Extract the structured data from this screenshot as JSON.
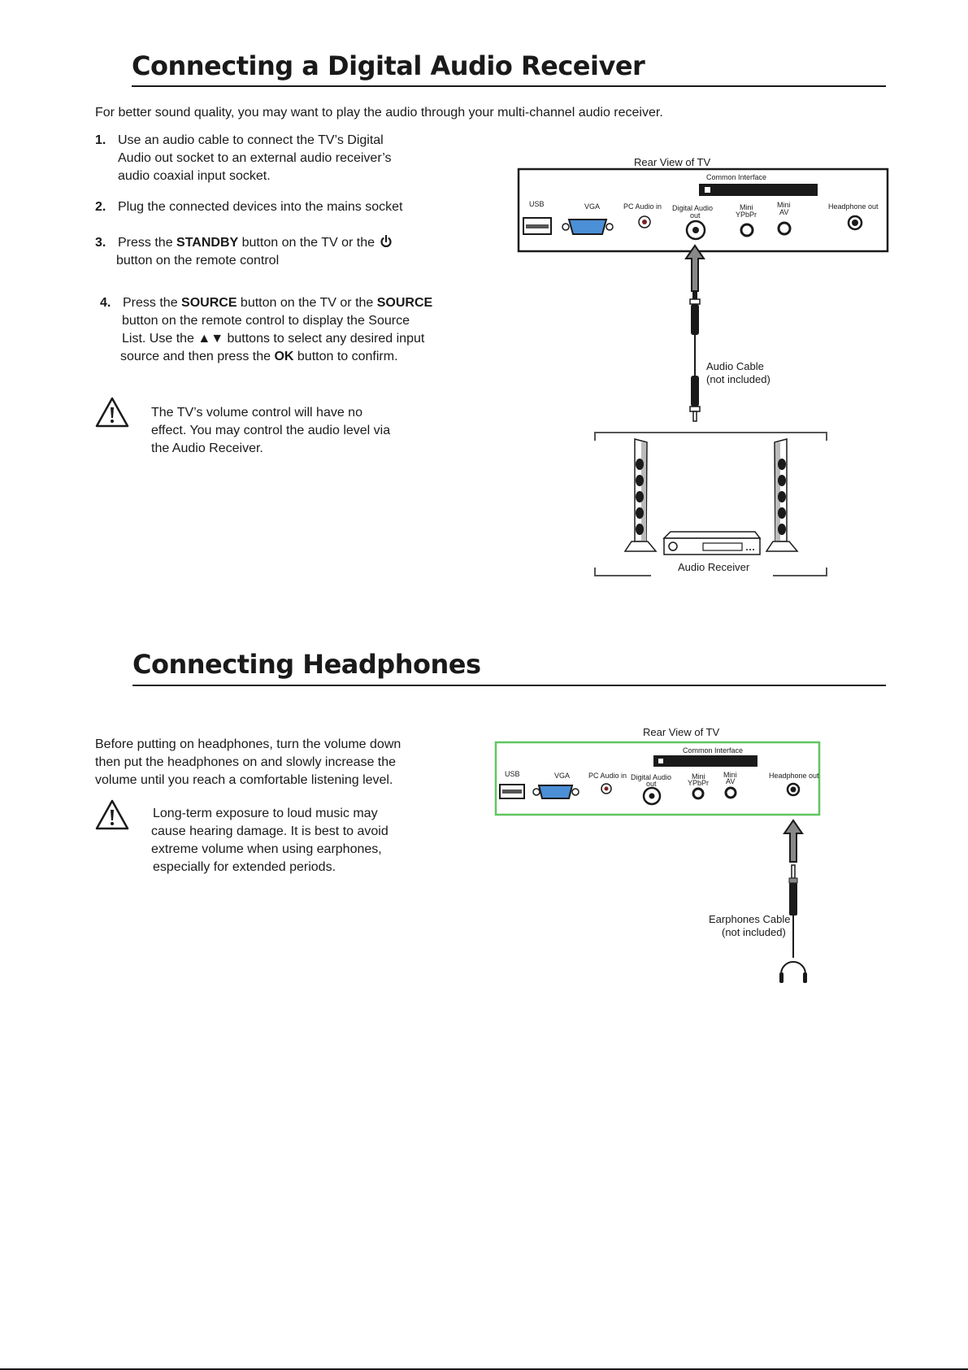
{
  "section1": {
    "title": "Connecting a Digital Audio Receiver",
    "intro": "For better sound quality, you may want to play the audio through your multi-channel audio receiver.",
    "steps": [
      {
        "num": "1.",
        "lines": [
          "Use an audio cable to connect the TV’s Digital",
          "Audio out socket to an external audio receiver’s",
          "audio coaxial input socket."
        ]
      },
      {
        "num": "2.",
        "lines": [
          "Plug the connected devices into the mains socket"
        ]
      },
      {
        "num": "3.",
        "pre": "Press the ",
        "bold": "STANDBY",
        "post": " button on  the TV or the ",
        "line2": "button on the remote control"
      },
      {
        "num": "4.",
        "l1_pre": "Press the ",
        "l1_b1": "SOURCE",
        "l1_mid": " button on the  TV or the ",
        "l1_b2": "SOURCE",
        "l2": "button on the remote control to  display  the  Source",
        "l3_pre": "List. Use the ",
        "l3_arrows": "▲▼",
        "l3_post": " buttons to select any desired input",
        "l4_pre": "source  and then press the ",
        "l4_b": "OK",
        "l4_post": "  button to confirm."
      }
    ],
    "caution": [
      "The TV’s volume control will have no",
      "effect. You may control the audio level via",
      "the Audio Receiver."
    ],
    "diagram": {
      "rear_view": "Rear View of TV",
      "common_interface": "Common Interface",
      "ports": {
        "usb": "USB",
        "vga": "VGA",
        "pc_audio": "PC Audio in",
        "digital_audio": "Digital  Audio",
        "digital_audio_2": "out",
        "mini_ypbpr": "Mini",
        "mini_ypbpr_2": "YPbPr",
        "mini_av": "Mini",
        "mini_av_2": "AV",
        "headphone": "Headphone out"
      },
      "cable_label_1": "Audio Cable",
      "cable_label_2": "(not included)",
      "receiver_label": "Audio Receiver"
    }
  },
  "section2": {
    "title": "Connecting Headphones",
    "para": [
      "Before putting on headphones, turn the volume down",
      "then put the headphones on and slowly increase the",
      "volume until you reach a comfortable listening level."
    ],
    "caution": [
      "Long-term exposure to loud music may",
      "cause hearing damage. It is best to avoid",
      "extreme volume when using earphones,",
      "especially for extended periods."
    ],
    "diagram": {
      "rear_view": "Rear View of TV",
      "common_interface": "Common Interface",
      "ports": {
        "usb": "USB",
        "vga": "VGA",
        "pc_audio": "PC Audio in",
        "digital_audio": "Digital  Audio",
        "digital_audio_2": "out",
        "mini_ypbpr": "Mini",
        "mini_ypbpr_2": "YPbPr",
        "mini_av": "Mini",
        "mini_av_2": "AV",
        "headphone": "Headphone out"
      },
      "cable_label_1": "Earphones Cable",
      "cable_label_2": "(not included)"
    }
  },
  "icons": {
    "warning": "warning-triangle-icon",
    "power": "power-icon",
    "headphones": "headphones-icon"
  }
}
